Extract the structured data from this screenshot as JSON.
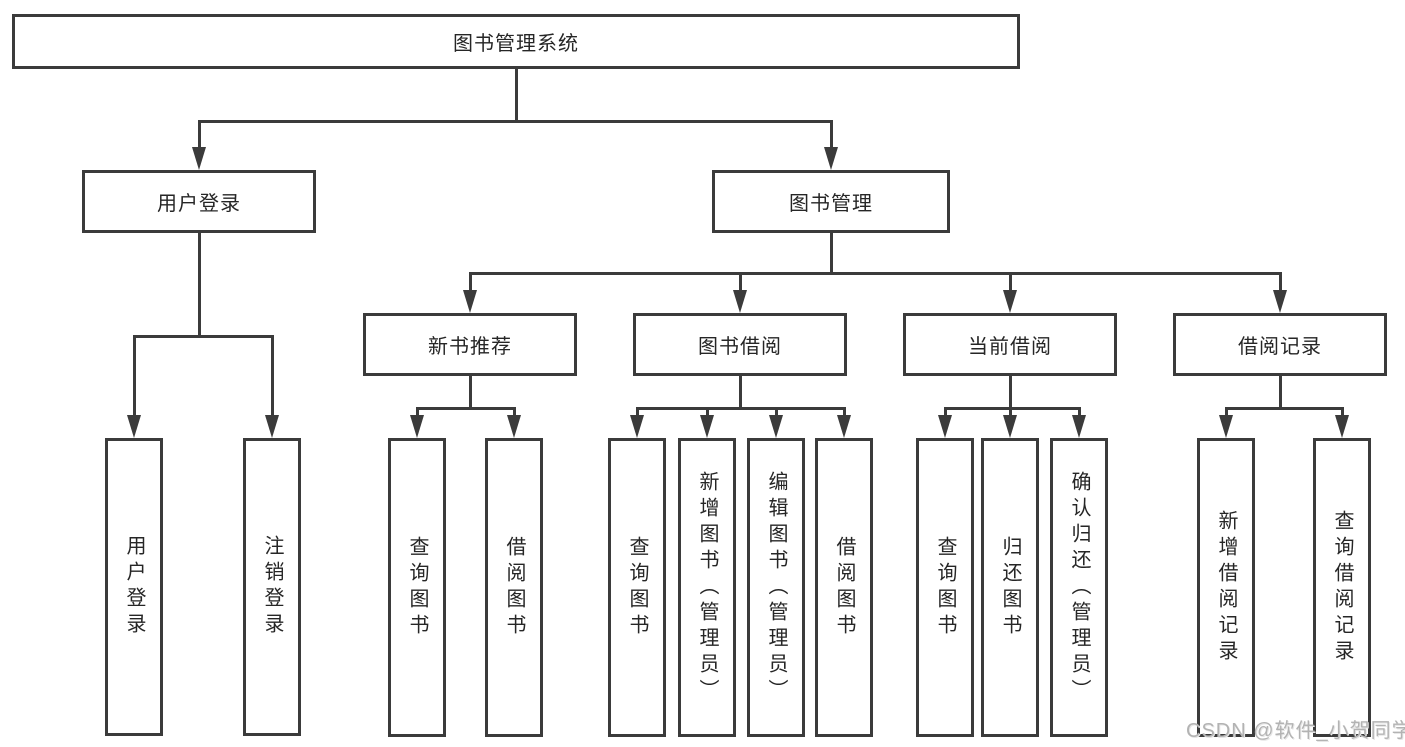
{
  "diagram": {
    "tree": {
      "root": "图书管理系统",
      "branches": [
        {
          "label": "用户登录",
          "children": [
            "用户登录",
            "注销登录"
          ]
        },
        {
          "label": "图书管理",
          "children": [
            {
              "label": "新书推荐",
              "children": [
                "查询图书",
                "借阅图书"
              ]
            },
            {
              "label": "图书借阅",
              "children": [
                "查询图书",
                "新增图书（管理员）",
                "编辑图书（管理员）",
                "借阅图书"
              ]
            },
            {
              "label": "当前借阅",
              "children": [
                "查询图书",
                "归还图书",
                "确认归还（管理员）"
              ]
            },
            {
              "label": "借阅记录",
              "children": [
                "新增借阅记录",
                "查询借阅记录"
              ]
            }
          ]
        }
      ]
    },
    "watermark": "CSDN @软件_小贺同学",
    "colors": {
      "line": "#3b3b3b",
      "text": "#262626",
      "watermark": "#b3b3b3",
      "background": "#ffffff"
    }
  }
}
